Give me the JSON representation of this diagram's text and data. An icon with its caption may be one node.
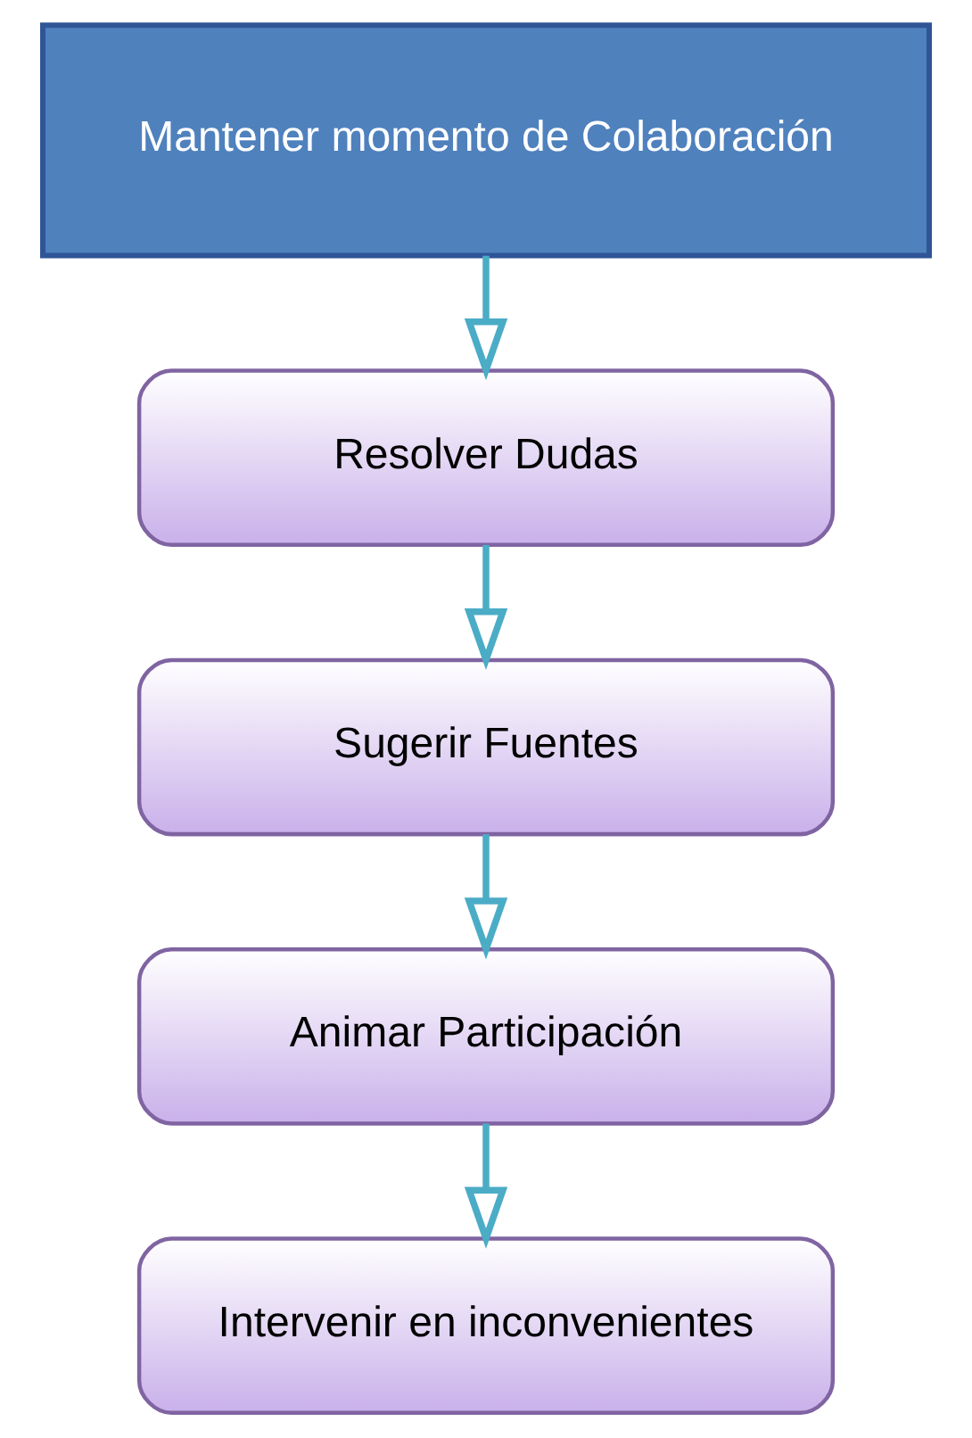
{
  "diagram": {
    "nodes": [
      {
        "text": [
          "Mantener momento de Colaboración"
        ]
      },
      {
        "text": [
          "Resolver Dudas"
        ]
      },
      {
        "text": [
          "Sugerir Fuentes"
        ]
      },
      {
        "text": [
          "Animar Participación"
        ]
      },
      {
        "text": [
          "Intervenir en inconvenientes"
        ]
      }
    ],
    "edges": [
      {
        "from": 0,
        "to": 1,
        "arrow": "to"
      },
      {
        "from": 1,
        "to": 2,
        "arrow": "to"
      },
      {
        "from": 2,
        "to": 3,
        "arrow": "to"
      },
      {
        "from": 3,
        "to": 4,
        "arrow": "to"
      }
    ]
  }
}
